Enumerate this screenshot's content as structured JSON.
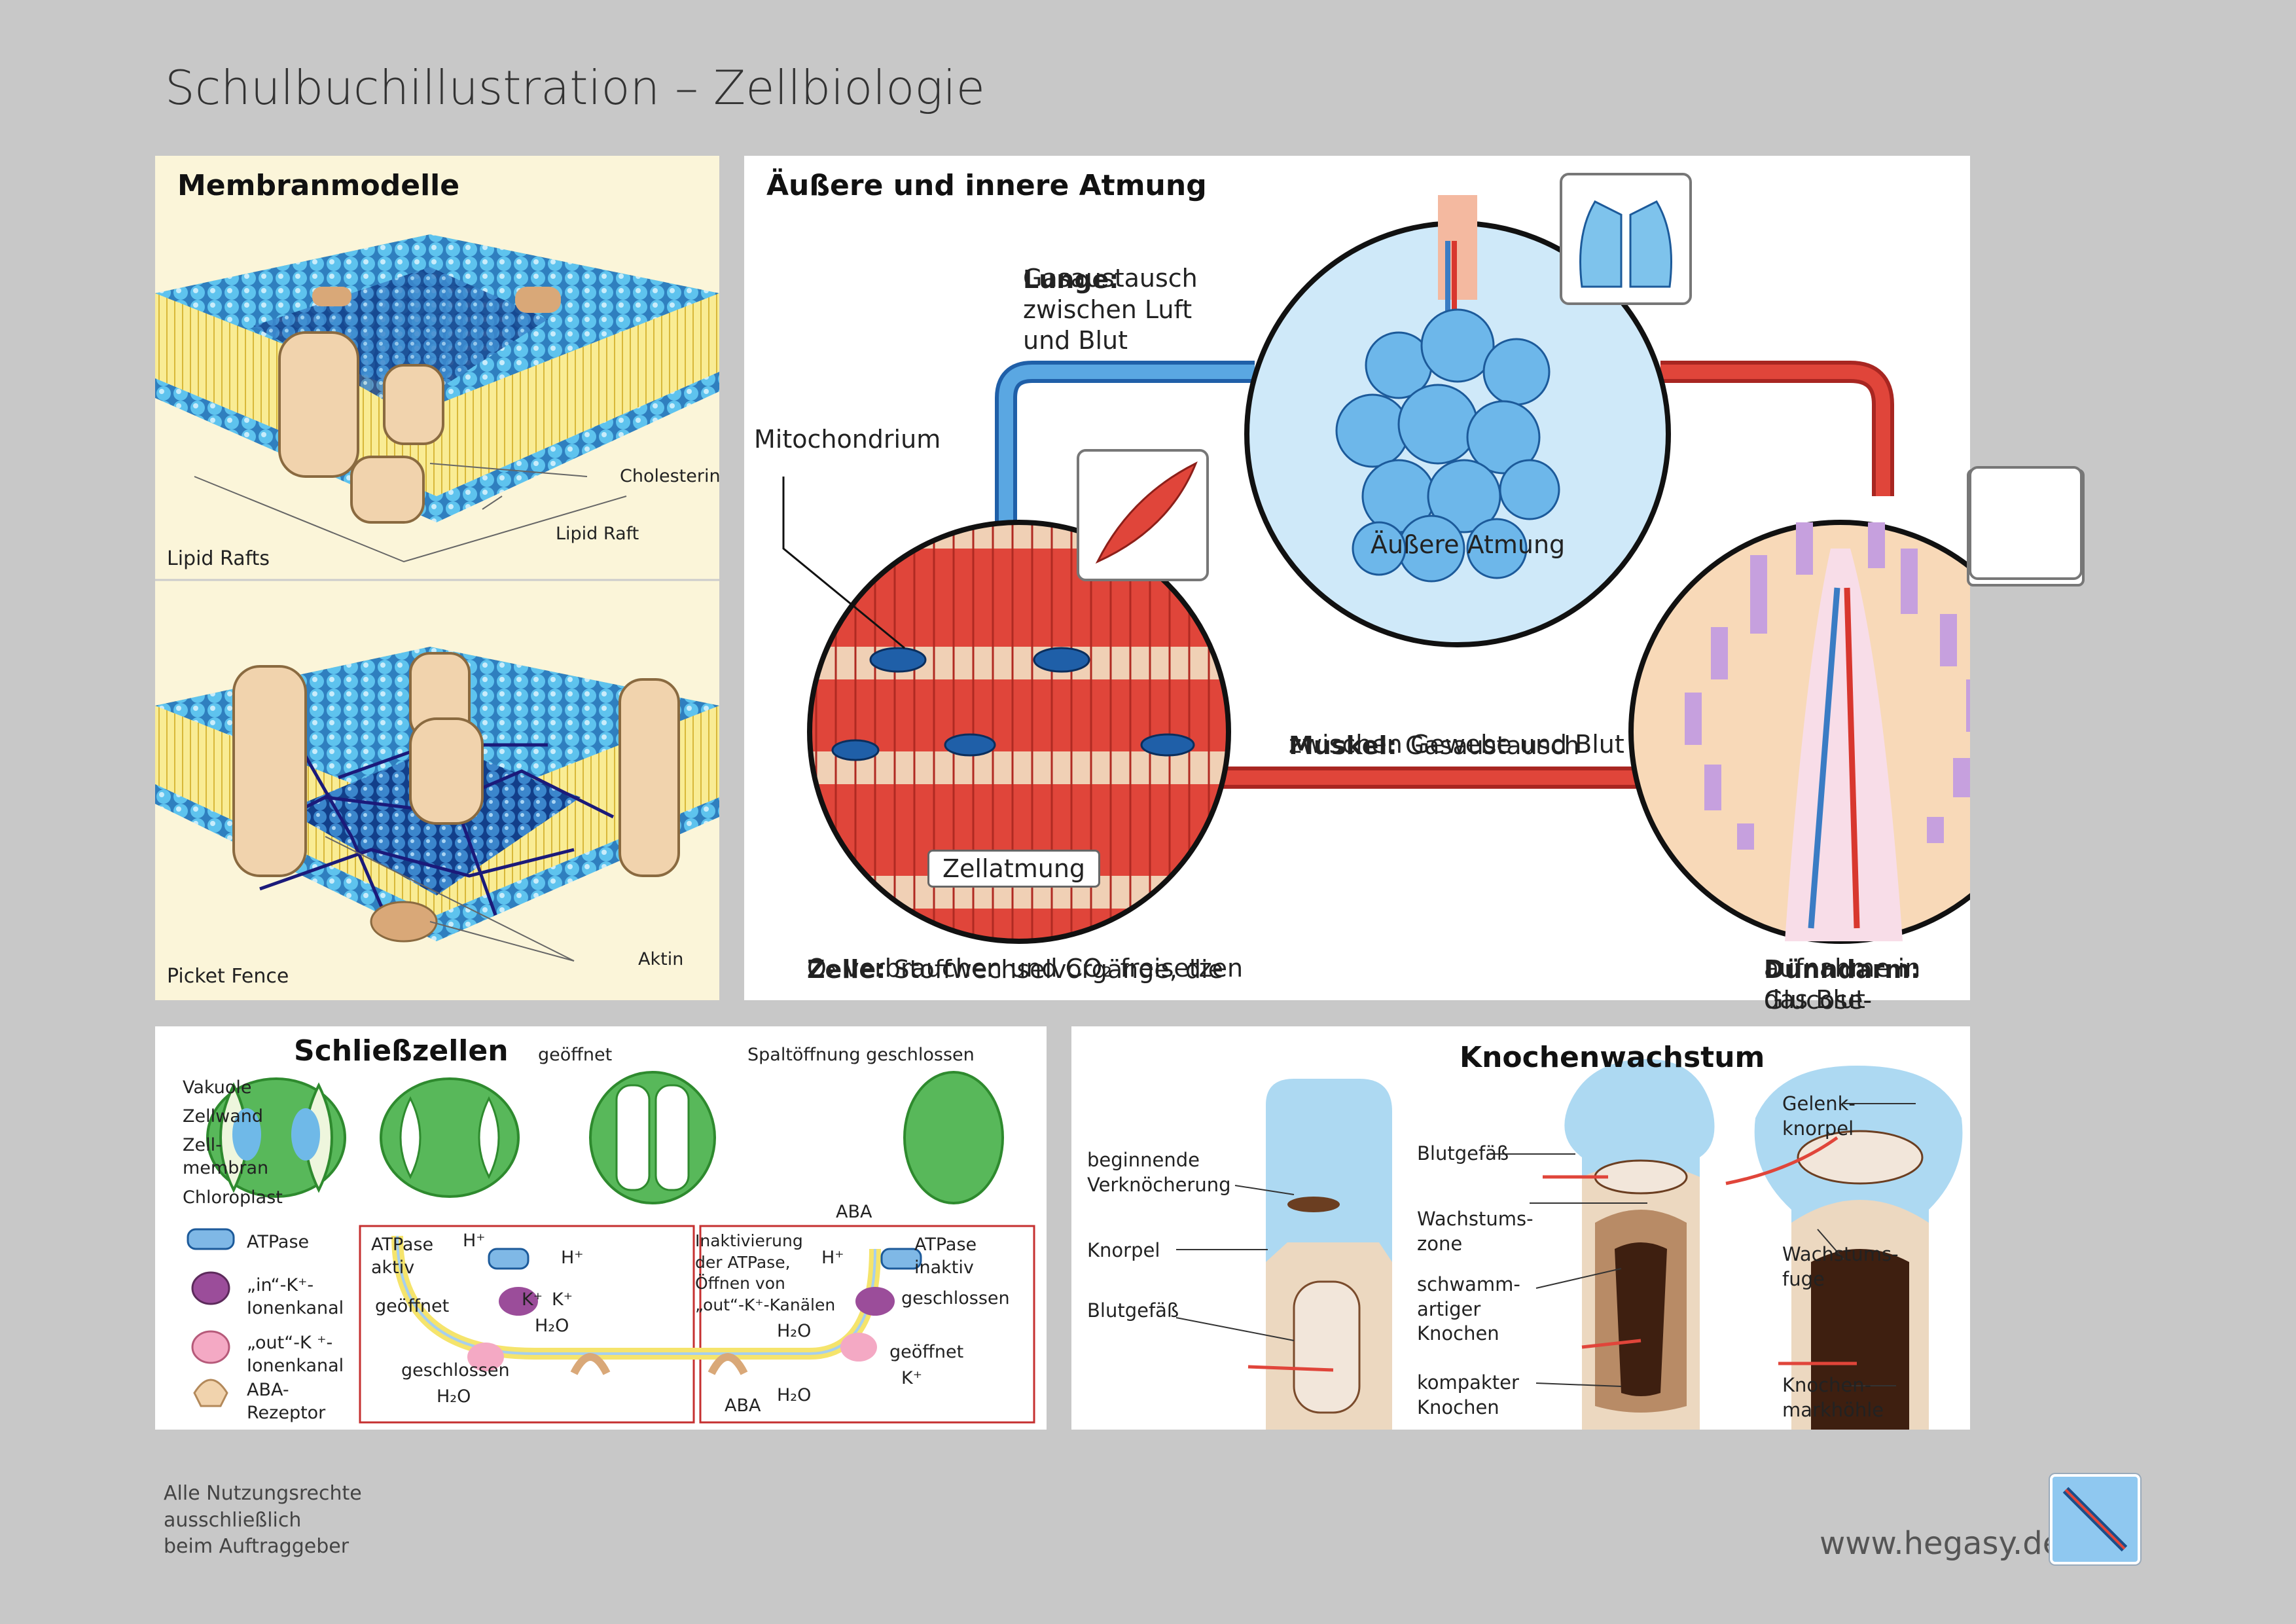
{
  "page": {
    "title": "Schulbuchillustration – Zellbiologie",
    "footer_rights": "Alle Nutzungsrechte\nausschließlich\nbeim Auftraggeber",
    "url": "www.hegasy.de"
  },
  "membrane": {
    "title": "Membranmodelle",
    "cholesterin": "Cholesterin",
    "lipid_raft": "Lipid Raft",
    "lipid_rafts_caption": "Lipid Rafts",
    "picket_fence_caption": "Picket Fence",
    "aktin": "Aktin"
  },
  "respiration": {
    "title": "Äußere und innere Atmung",
    "lunge_head": "Lunge:",
    "lunge_text": "Gasaustausch\nzwischen Luft\nund Blut",
    "mitochondrium": "Mitochondrium",
    "aeussere_atmung": "Äußere Atmung",
    "zellatmung": "Zellatmung",
    "muskel_head": "Muskel:",
    "muskel_text": " Gasaustausch",
    "muskel_text2": "zwischen Gewebe und Blut",
    "zelle_head": "Zelle:",
    "zelle_text": " Stoffwechselvorgänge, die",
    "zelle_text2": "O₂ verbrauchen und CO₂ freisetzen",
    "duenndarm_head": "Dünndarm:",
    "duenndarm_text": " Glucose-",
    "duenndarm_text2": "aufnahme in das Blut"
  },
  "guard": {
    "title": "Schließzellen",
    "geoeffnet": "geöffnet",
    "spalt_geschlossen": "Spaltöffnung geschlossen",
    "vakuole": "Vakuole",
    "zellwand": "Zellwand",
    "zellmembran": "Zell-\nmembran",
    "chloroplast": "Chloroplast",
    "aba": "ABA",
    "legend_atpase": "ATPase",
    "legend_in": "„in“-K⁺-\nIonenkanal",
    "legend_out": "„out“-K ⁺-\nIonenkanal",
    "legend_aba": "ABA-\nRezeptor",
    "box1_atpase": "ATPase\naktiv",
    "box1_geoeffnet": "geöffnet",
    "box1_geschlossen": "geschlossen",
    "box2_inakt": "Inaktivierung\nder ATPase,\nÖffnen von\n„out“-K⁺-Kanälen",
    "box2_atpase": "ATPase\ninaktiv",
    "box2_geschlossen": "geschlossen",
    "box2_geoeffnet": "geöffnet",
    "box2_aba": "ABA",
    "k": "K⁺",
    "h": "H⁺",
    "h2o": "H₂O"
  },
  "bone": {
    "title": "Knochenwachstum",
    "beginnende": "beginnende\nVerknöcherung",
    "knorpel": "Knorpel",
    "blutgefaess1": "Blutgefäß",
    "blutgefaess2": "Blutgefäß",
    "wachstumszone": "Wachstums-\nzone",
    "schwamm": "schwamm-\nartiger\nKnochen",
    "kompakter": "kompakter\nKnochen",
    "gelenk": "Gelenk-\nknorpel",
    "fuge": "Wachstums-\nfuge",
    "markhoehle": "Knochen-\nmarkhöhle"
  },
  "colors": {
    "background": "#c8c8c8",
    "panel": "#ffffff",
    "membrane_bg": "#fbf5d9",
    "artery": "#d8372e",
    "vein": "#3a7cc4",
    "lipid_head": "#56b4e9",
    "protein": "#f1d3ad"
  }
}
